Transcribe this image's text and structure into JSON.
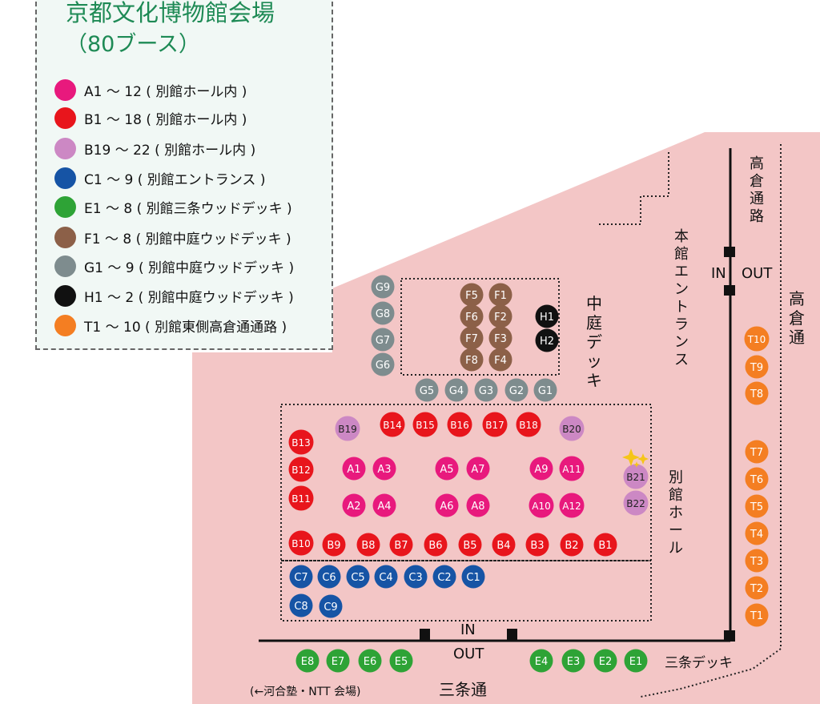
{
  "legend": {
    "title": "京都文化博物館会場",
    "subtitle": "（80ブース）",
    "items": [
      {
        "color": "#e8197d",
        "text": "A1 ～ 12 ( 別館ホール内 )"
      },
      {
        "color": "#e8151c",
        "text": "B1 ～ 18 ( 別館ホール内 )"
      },
      {
        "color": "#cc88c4",
        "text": "B19 ～ 22 ( 別館ホール内 )"
      },
      {
        "color": "#1654a5",
        "text": "C1 ～ 9 ( 別館エントランス )"
      },
      {
        "color": "#2ea336",
        "text": "E1 ～ 8 ( 別館三条ウッドデッキ )"
      },
      {
        "color": "#8c6048",
        "text": "F1 ～ 8 ( 別館中庭ウッドデッキ )"
      },
      {
        "color": "#7e8c8e",
        "text": "G1 ～ 9 ( 別館中庭ウッドデッキ )"
      },
      {
        "color": "#111111",
        "text": "H1 ～ 2 ( 別館中庭ウッドデッキ )"
      },
      {
        "color": "#f47e22",
        "text": "T1 ～ 10 ( 別館東側高倉通通路 )"
      }
    ]
  },
  "colors": {
    "A": "#e8197d",
    "B": "#e8151c",
    "B2": "#cc88c4",
    "C": "#1654a5",
    "E": "#2ea336",
    "F": "#8c6048",
    "G": "#7e8c8e",
    "H": "#111111",
    "T": "#f47e22",
    "ground": "#f3c6c6"
  },
  "labels": {
    "courtyard_deck": "中庭デッキ",
    "main_entrance": "本館エントランス",
    "annex_hall": "別館ホール",
    "takakura_path": "高倉通路",
    "takakura_street": "高倉通",
    "sanjo_deck": "三条デッキ",
    "sanjo_street": "三条通",
    "kawai": "(←河合塾・NTT 会場)",
    "in": "IN",
    "out": "OUT"
  },
  "booths": [
    {
      "id": "G9",
      "cat": "G"
    },
    {
      "id": "G8",
      "cat": "G"
    },
    {
      "id": "G7",
      "cat": "G"
    },
    {
      "id": "G6",
      "cat": "G"
    },
    {
      "id": "G5",
      "cat": "G"
    },
    {
      "id": "G4",
      "cat": "G"
    },
    {
      "id": "G3",
      "cat": "G"
    },
    {
      "id": "G2",
      "cat": "G"
    },
    {
      "id": "G1",
      "cat": "G"
    },
    {
      "id": "F5",
      "cat": "F"
    },
    {
      "id": "F1",
      "cat": "F"
    },
    {
      "id": "F6",
      "cat": "F"
    },
    {
      "id": "F2",
      "cat": "F"
    },
    {
      "id": "F7",
      "cat": "F"
    },
    {
      "id": "F3",
      "cat": "F"
    },
    {
      "id": "F8",
      "cat": "F"
    },
    {
      "id": "F4",
      "cat": "F"
    },
    {
      "id": "H1",
      "cat": "H"
    },
    {
      "id": "H2",
      "cat": "H"
    },
    {
      "id": "B19",
      "cat": "B2"
    },
    {
      "id": "B14",
      "cat": "B"
    },
    {
      "id": "B15",
      "cat": "B"
    },
    {
      "id": "B16",
      "cat": "B"
    },
    {
      "id": "B17",
      "cat": "B"
    },
    {
      "id": "B18",
      "cat": "B"
    },
    {
      "id": "B20",
      "cat": "B2"
    },
    {
      "id": "B13",
      "cat": "B"
    },
    {
      "id": "B12",
      "cat": "B"
    },
    {
      "id": "B11",
      "cat": "B"
    },
    {
      "id": "A1",
      "cat": "A"
    },
    {
      "id": "A3",
      "cat": "A"
    },
    {
      "id": "A5",
      "cat": "A"
    },
    {
      "id": "A7",
      "cat": "A"
    },
    {
      "id": "A9",
      "cat": "A"
    },
    {
      "id": "A11",
      "cat": "A"
    },
    {
      "id": "A2",
      "cat": "A"
    },
    {
      "id": "A4",
      "cat": "A"
    },
    {
      "id": "A6",
      "cat": "A"
    },
    {
      "id": "A8",
      "cat": "A"
    },
    {
      "id": "A10",
      "cat": "A"
    },
    {
      "id": "A12",
      "cat": "A"
    },
    {
      "id": "B21",
      "cat": "B2"
    },
    {
      "id": "B22",
      "cat": "B2"
    },
    {
      "id": "B10",
      "cat": "B"
    },
    {
      "id": "B9",
      "cat": "B"
    },
    {
      "id": "B8",
      "cat": "B"
    },
    {
      "id": "B7",
      "cat": "B"
    },
    {
      "id": "B6",
      "cat": "B"
    },
    {
      "id": "B5",
      "cat": "B"
    },
    {
      "id": "B4",
      "cat": "B"
    },
    {
      "id": "B3",
      "cat": "B"
    },
    {
      "id": "B2",
      "cat": "B"
    },
    {
      "id": "B1",
      "cat": "B"
    },
    {
      "id": "C7",
      "cat": "C"
    },
    {
      "id": "C6",
      "cat": "C"
    },
    {
      "id": "C5",
      "cat": "C"
    },
    {
      "id": "C4",
      "cat": "C"
    },
    {
      "id": "C3",
      "cat": "C"
    },
    {
      "id": "C2",
      "cat": "C"
    },
    {
      "id": "C1",
      "cat": "C"
    },
    {
      "id": "C8",
      "cat": "C"
    },
    {
      "id": "C9",
      "cat": "C"
    },
    {
      "id": "E8",
      "cat": "E"
    },
    {
      "id": "E7",
      "cat": "E"
    },
    {
      "id": "E6",
      "cat": "E"
    },
    {
      "id": "E5",
      "cat": "E"
    },
    {
      "id": "E4",
      "cat": "E"
    },
    {
      "id": "E3",
      "cat": "E"
    },
    {
      "id": "E2",
      "cat": "E"
    },
    {
      "id": "E1",
      "cat": "E"
    },
    {
      "id": "T10",
      "cat": "T"
    },
    {
      "id": "T9",
      "cat": "T"
    },
    {
      "id": "T8",
      "cat": "T"
    },
    {
      "id": "T7",
      "cat": "T"
    },
    {
      "id": "T6",
      "cat": "T"
    },
    {
      "id": "T5",
      "cat": "T"
    },
    {
      "id": "T4",
      "cat": "T"
    },
    {
      "id": "T3",
      "cat": "T"
    },
    {
      "id": "T2",
      "cat": "T"
    },
    {
      "id": "T1",
      "cat": "T"
    }
  ]
}
